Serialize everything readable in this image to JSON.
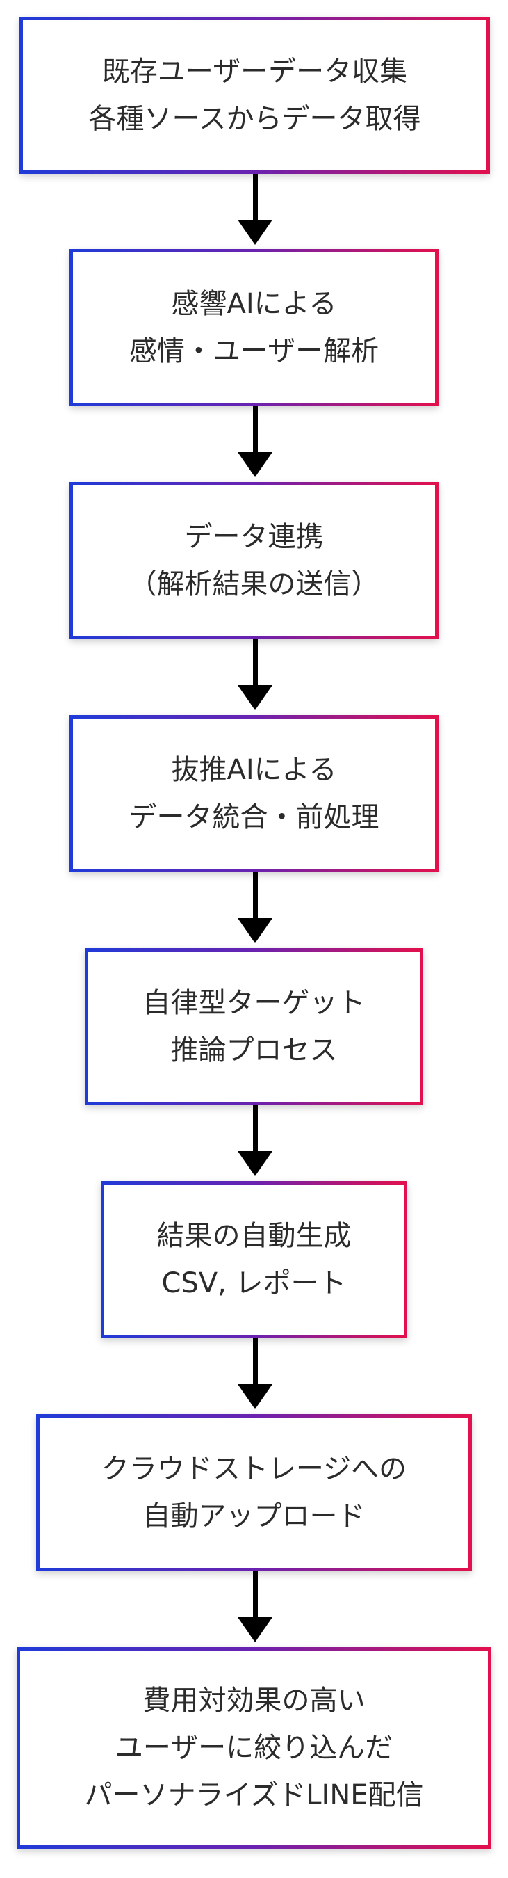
{
  "flow": {
    "steps": [
      {
        "lines": [
          "既存ユーザーデータ収集",
          "各種ソースからデータ取得"
        ]
      },
      {
        "lines": [
          "感響AIによる",
          "感情・ユーザー解析"
        ]
      },
      {
        "lines": [
          "データ連携",
          "（解析結果の送信）"
        ]
      },
      {
        "lines": [
          "抜推AIによる",
          "データ統合・前処理"
        ]
      },
      {
        "lines": [
          "自律型ターゲット",
          "推論プロセス"
        ]
      },
      {
        "lines": [
          "結果の自動生成",
          "CSV, レポート"
        ]
      },
      {
        "lines": [
          "クラウドストレージへの",
          "自動アップロード"
        ]
      },
      {
        "lines": [
          "費用対効果の高い",
          "ユーザーに絞り込んだ",
          "パーソナライズドLINE配信"
        ]
      }
    ]
  },
  "colors": {
    "gradient_start": "#1f3bd8",
    "gradient_mid": "#6a22b0",
    "gradient_end": "#e3104c",
    "arrow": "#000000",
    "text": "#2b2b2b"
  }
}
